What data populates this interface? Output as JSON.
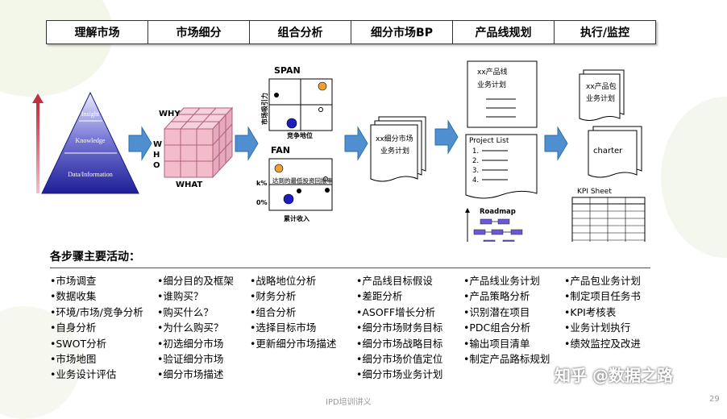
{
  "header": {
    "steps": [
      "理解市场",
      "市场细分",
      "组合分析",
      "细分市场BP",
      "产品线规划",
      "执行/监控"
    ]
  },
  "pyramid": {
    "levels": [
      "Insight",
      "Knowledge",
      "Data/Information"
    ]
  },
  "cube": {
    "why": "WHY",
    "who_letters": [
      "W",
      "H",
      "O"
    ],
    "what": "WHAT"
  },
  "span": {
    "title": "SPAN",
    "ylabel": "市场吸引力",
    "xlabel": "竞争地位"
  },
  "fan": {
    "title": "FAN",
    "y_top": "k%",
    "y_bottom": "0%",
    "overlay": "达到的最低投资回报率",
    "xlabel": "累计收入"
  },
  "segment_bp": {
    "line1": "xx细分市场",
    "line2": "业务计划"
  },
  "product_line": {
    "plan_line1": "xx产品线",
    "plan_line2": "业务计划",
    "project_list_title": "Project List",
    "project_items": [
      "1.",
      "2.",
      "3.",
      "4."
    ],
    "roadmap_title": "Roadmap"
  },
  "execute": {
    "package_line1": "xx产品包",
    "package_line2": "业务计划",
    "charter": "charter",
    "kpi_title": "KPI Sheet"
  },
  "activities": {
    "title": "各步骤主要活动：",
    "columns": [
      [
        "•市场调查",
        "•数据收集",
        "•环境/市场/竞争分析",
        "•自身分析",
        "•SWOT分析",
        "•市场地图",
        "•业务设计评估"
      ],
      [
        "•细分目的及框架",
        "•谁购买？",
        "•购买什么？",
        "•为什么购买？",
        "•初选细分市场",
        "•验证细分市场",
        "•细分市场描述"
      ],
      [
        "•战略地位分析",
        "•财务分析",
        "•组合分析",
        "•选择目标市场",
        "•更新细分市场描述"
      ],
      [
        "•产品线目标假设",
        "•差距分析",
        "•ASOFF增长分析",
        "•细分市场财务目标",
        "•细分市场战略目标",
        "•细分市场价值定位",
        "•细分市场业务计划"
      ],
      [
        "•产品线业务计划",
        "•产品策略分析",
        "•识别潜在项目",
        "•PDC组合分析",
        "•输出项目清单",
        "•制定产品路标规划"
      ],
      [
        "•产品包业务计划",
        "•制定项目任务书",
        "•KPI考核表",
        "•业务计划执行",
        "•绩效监控及改进"
      ]
    ]
  },
  "watermark": "知乎 @数据之路",
  "footer": {
    "title": "IPD培训讲义",
    "page": "29"
  },
  "colors": {
    "arrow": "#4f8fd0",
    "pyramid_top": "#e8e8ff",
    "pyramid_bottom": "#2a2aa0",
    "cube_face": "#f0b8c8",
    "dot_orange": "#f0a030",
    "dot_blue": "#2020c0"
  }
}
